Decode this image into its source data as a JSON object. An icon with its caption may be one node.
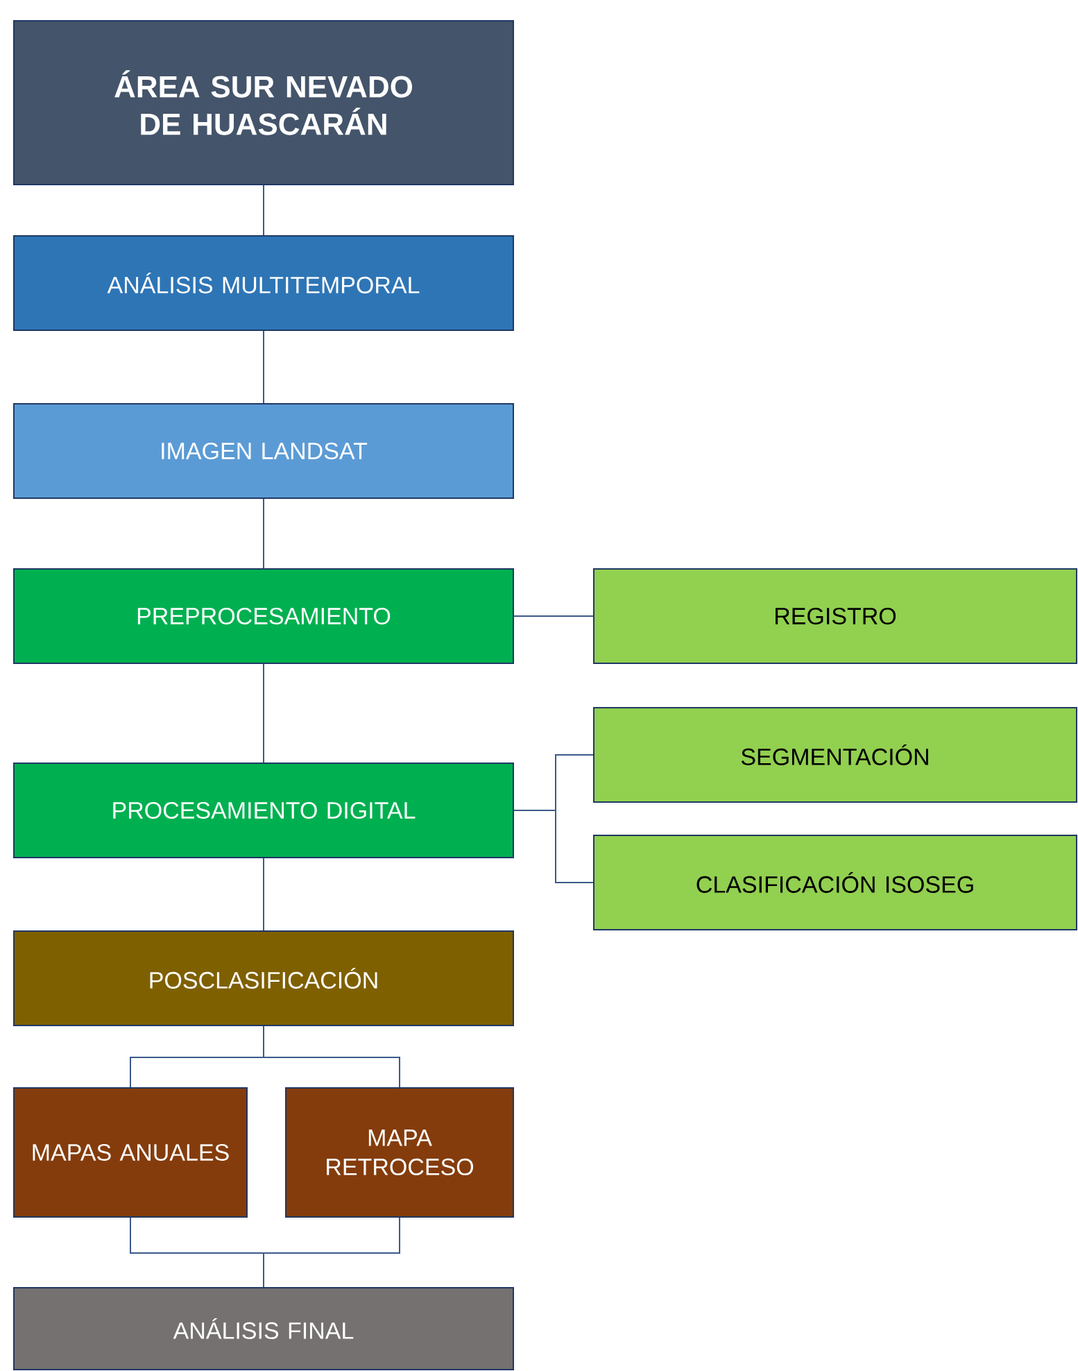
{
  "diagram": {
    "nodes": [
      {
        "text": [
          "ÁREA SUR NEVADO DE HUASCARÁN"
        ]
      },
      {
        "text": [
          "ANÁLISIS MULTITEMPORAL"
        ]
      },
      {
        "text": [
          "IMAGEN LANDSAT"
        ]
      },
      {
        "text": [
          "PREPROCESAMIENTO"
        ]
      },
      {
        "text": [
          "REGISTRO"
        ]
      },
      {
        "text": [
          "PROCESAMIENTO DIGITAL"
        ]
      },
      {
        "text": [
          "SEGMENTACIÓN"
        ]
      },
      {
        "text": [
          "CLASIFICACIÓN ISOSEG"
        ]
      },
      {
        "text": [
          "POSCLASIFICACIÓN"
        ]
      },
      {
        "text": [
          "MAPAS ANUALES"
        ]
      },
      {
        "text": [
          "MAPA RETROCESO"
        ]
      },
      {
        "text": [
          "ANÁLISIS FINAL"
        ]
      }
    ],
    "edges": [
      {
        "from": 0,
        "to": 1,
        "arrow": "none"
      },
      {
        "from": 1,
        "to": 2,
        "arrow": "none"
      },
      {
        "from": 2,
        "to": 3,
        "arrow": "none"
      },
      {
        "from": 3,
        "to": 4,
        "arrow": "none"
      },
      {
        "from": 3,
        "to": 5,
        "arrow": "none"
      },
      {
        "from": 5,
        "to": 6,
        "arrow": "none"
      },
      {
        "from": 5,
        "to": 7,
        "arrow": "none"
      },
      {
        "from": 5,
        "to": 8,
        "arrow": "none"
      },
      {
        "from": 8,
        "to": 9,
        "arrow": "none"
      },
      {
        "from": 8,
        "to": 10,
        "arrow": "none"
      },
      {
        "from": 9,
        "to": 11,
        "arrow": "none"
      },
      {
        "from": 10,
        "to": 11,
        "arrow": "none"
      }
    ]
  }
}
